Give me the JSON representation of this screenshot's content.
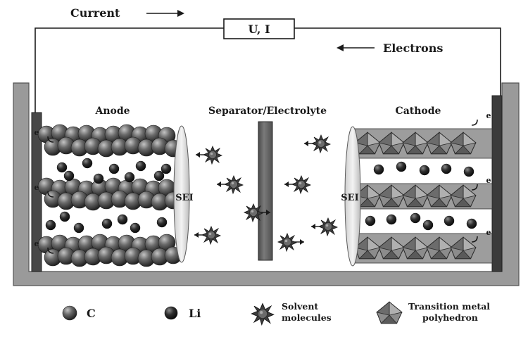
{
  "header": {
    "current_label": "Current",
    "meter_label": "U, I",
    "electrons_label": "Electrons"
  },
  "regions": {
    "anode": "Anode",
    "separator": "Separator/Electrolyte",
    "cathode": "Cathode",
    "sei_left": "SEI",
    "sei_right": "SEI"
  },
  "electron_symbol": "e",
  "legend": {
    "c": "C",
    "li": "Li",
    "solvent_line1": "Solvent",
    "solvent_line2": "molecules",
    "tm_line1": "Transition metal",
    "tm_line2": "polyhedron"
  }
}
